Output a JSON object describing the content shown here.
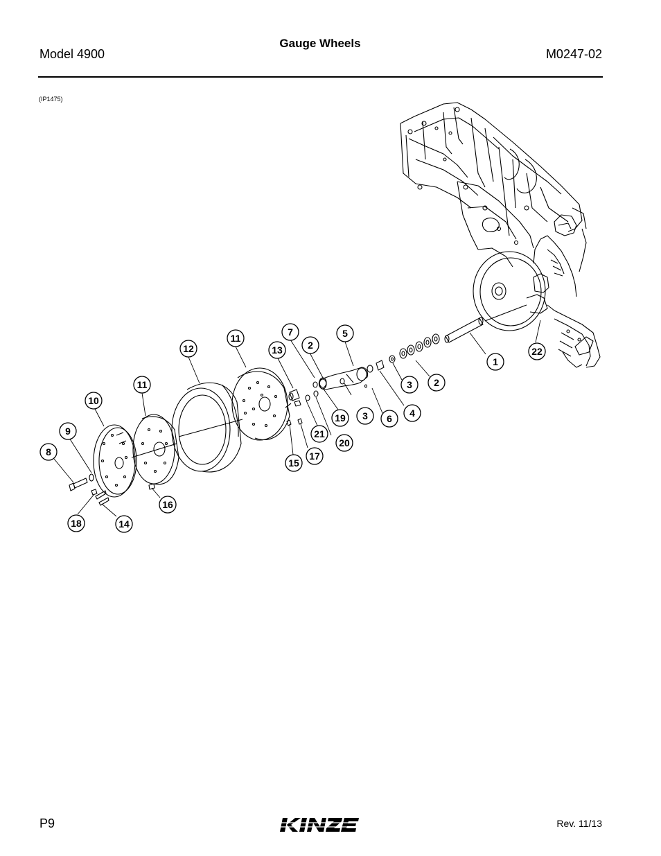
{
  "header": {
    "model": "Model 4900",
    "title": "Gauge Wheels",
    "doc_number": "M0247-02"
  },
  "figure": {
    "ref": "(IP1475)",
    "callouts": [
      "1",
      "2",
      "2",
      "3",
      "3",
      "4",
      "5",
      "6",
      "7",
      "8",
      "9",
      "10",
      "11",
      "11",
      "12",
      "13",
      "14",
      "15",
      "16",
      "17",
      "18",
      "19",
      "20",
      "21",
      "22"
    ]
  },
  "footer": {
    "page": "P9",
    "revision": "Rev. 11/13",
    "logo_text": "KINZE"
  }
}
